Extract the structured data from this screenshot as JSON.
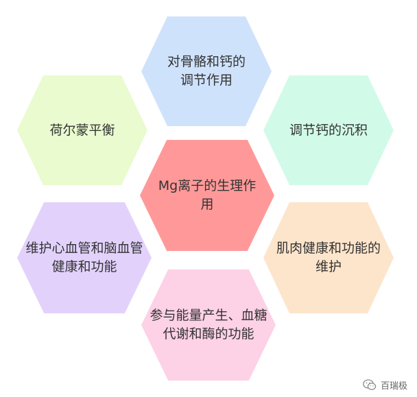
{
  "diagram": {
    "center": {
      "label": "Mg离子的生理作用",
      "color": "#ff9999"
    },
    "top": {
      "label": "对骨骼和钙的调节作用",
      "color": "#cfe2fb"
    },
    "left_top": {
      "label": "荷尔蒙平衡",
      "color": "#e9fbcf"
    },
    "right_top": {
      "label": "调节钙的沉积",
      "color": "#d1fbe8"
    },
    "left_bottom": {
      "label": "维护心血管和脑血管健康和功能",
      "color": "#e2d2fb"
    },
    "right_bottom": {
      "label": "肌肉健康和功能的维护",
      "color": "#fde5cb"
    },
    "bottom": {
      "label": "参与能量产生、血糖代谢和酶的功能",
      "color": "#fdd1e6"
    }
  },
  "watermark": {
    "text": "百瑞极",
    "icon": "wechat-icon"
  }
}
